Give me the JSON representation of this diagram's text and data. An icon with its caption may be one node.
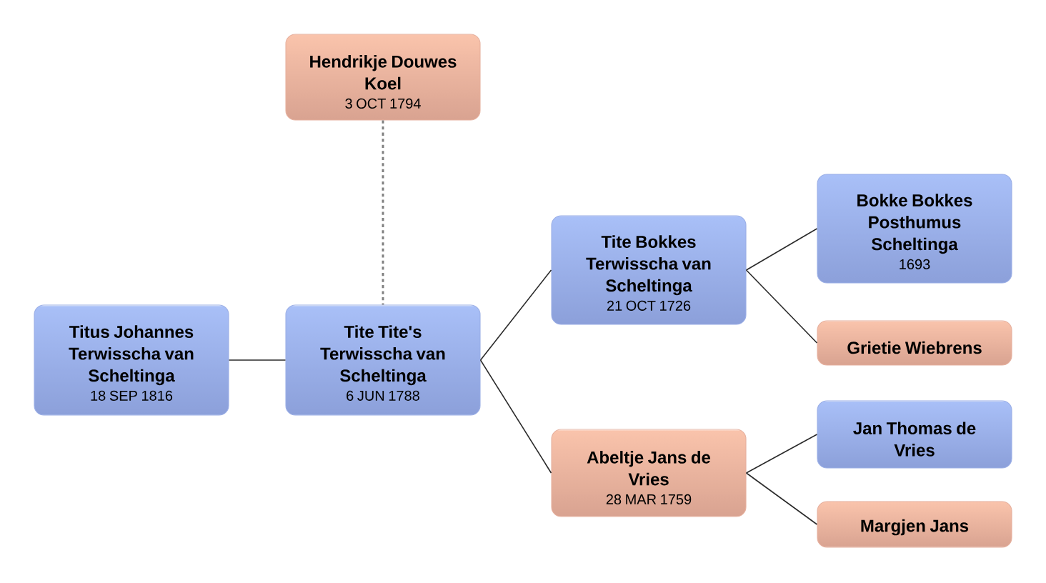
{
  "diagram": {
    "nodes": [
      {
        "text": [
          "Hendrikje Douwes Koel",
          "3 OCT 1794"
        ]
      },
      {
        "text": [
          "Titus Johannes Terwisscha van Scheltinga",
          "18 SEP 1816"
        ]
      },
      {
        "text": [
          "Tite Tite's Terwisscha van Scheltinga",
          "6 JUN 1788"
        ]
      },
      {
        "text": [
          "Tite Bokkes Terwisscha van Scheltinga",
          "21 OCT 1726"
        ]
      },
      {
        "text": [
          "Bokke Bokkes Posthumus Scheltinga",
          "1693"
        ]
      },
      {
        "text": [
          "Grietie Wiebrens"
        ]
      },
      {
        "text": [
          "Abeltje Jans de Vries",
          "28 MAR 1759"
        ]
      },
      {
        "text": [
          "Jan Thomas de Vries"
        ]
      },
      {
        "text": [
          "Margjen Jans"
        ]
      }
    ],
    "edges": [
      {
        "from": 0,
        "to": 2,
        "arrow": "none",
        "style": "dashed",
        "color": "#808080"
      },
      {
        "from": 1,
        "to": 2,
        "arrow": "none"
      },
      {
        "from": 2,
        "to": 3,
        "arrow": "none"
      },
      {
        "from": 2,
        "to": 6,
        "arrow": "none"
      },
      {
        "from": 3,
        "to": 4,
        "arrow": "none"
      },
      {
        "from": 3,
        "to": 5,
        "arrow": "none"
      },
      {
        "from": 6,
        "to": 7,
        "arrow": "none"
      },
      {
        "from": 6,
        "to": 8,
        "arrow": "none"
      }
    ]
  }
}
